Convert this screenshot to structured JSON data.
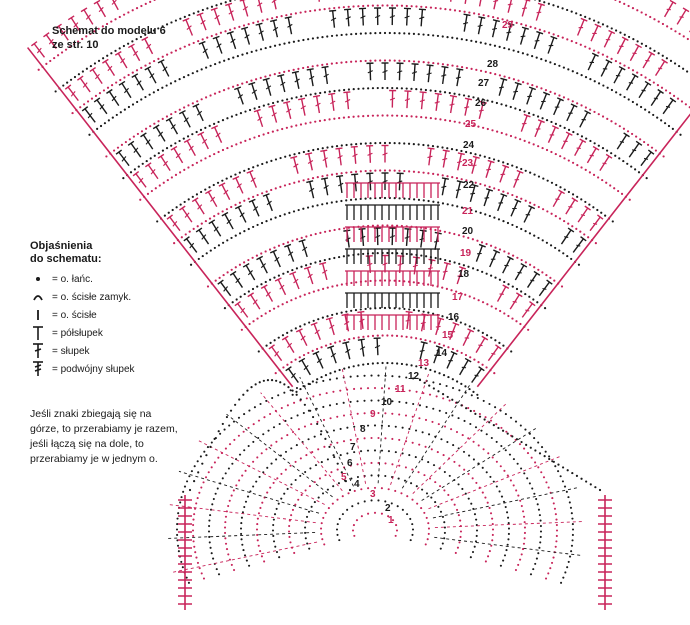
{
  "title": {
    "line1": "Schemat do modelu 6",
    "line2": "ze str. 10"
  },
  "legend": {
    "title_line1": "Objaśnienia",
    "title_line2": "do schematu:",
    "items": [
      {
        "icon": "chain-dot-icon",
        "label": "= o. łańc."
      },
      {
        "icon": "slip-stitch-arc-icon",
        "label": "= o. ścisłe zamyk."
      },
      {
        "icon": "single-crochet-bar-icon",
        "label": "= o. ścisłe"
      },
      {
        "icon": "half-double-crochet-icon",
        "label": "= półsłupek"
      },
      {
        "icon": "double-crochet-icon",
        "label": "= słupek"
      },
      {
        "icon": "treble-crochet-icon",
        "label": "= podwójny słupek"
      }
    ]
  },
  "note": "Jeśli znaki zbiegają się na górze, to przerabiamy je razem, jeśli łączą się na dole, to przerabiamy je w jednym o.",
  "rounds": [
    "1",
    "2",
    "3",
    "4",
    "5",
    "6",
    "7",
    "8",
    "9",
    "10",
    "11",
    "12",
    "13",
    "14",
    "15",
    "16",
    "17",
    "18",
    "19",
    "20",
    "21",
    "22",
    "23",
    "24",
    "25",
    "26",
    "27",
    "28",
    "29"
  ],
  "colors": {
    "magenta": "#c8245a",
    "black": "#1a1a1a",
    "background": "#ffffff"
  }
}
